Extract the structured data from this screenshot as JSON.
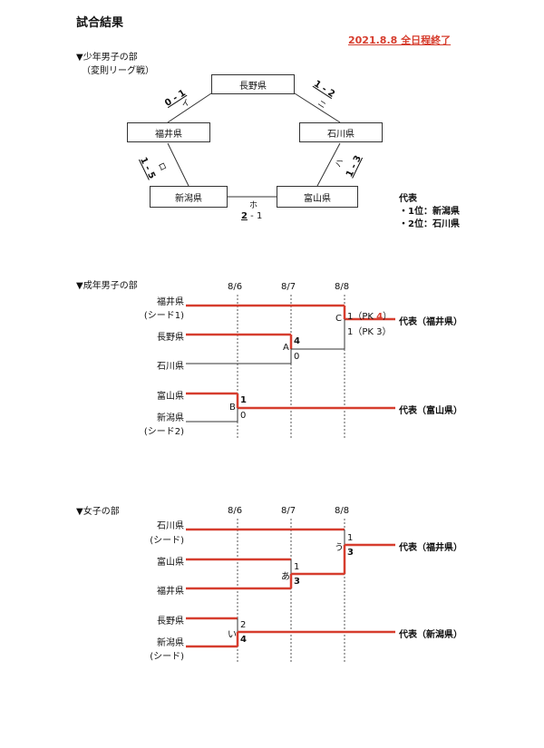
{
  "header": {
    "title": "試合結果",
    "status": "2021.8.8 全日程終了"
  },
  "boys": {
    "heading": "▼少年男子の部",
    "format": "（変則リーグ戦）",
    "teams": {
      "nagano": "長野県",
      "fukui": "福井県",
      "ishikawa": "石川県",
      "niigata": "新潟県",
      "toyama": "富山県"
    },
    "matches": {
      "i": {
        "score": "0 - 1",
        "mark": "イ"
      },
      "ro": {
        "score": "1 - 5",
        "mark": "ロ"
      },
      "ha": {
        "score": "1 - 3",
        "mark": "ハ"
      },
      "ni": {
        "score": "1 - 2",
        "mark": "ニ"
      },
      "ho": {
        "score": "2 - 1",
        "mark": "ホ",
        "left": "2",
        "dash": "-",
        "right": "1"
      }
    },
    "rep": {
      "title": "代表",
      "first": "・1位：新潟県",
      "second": "・2位：石川県"
    }
  },
  "men": {
    "heading": "▼成年男子の部",
    "dates": [
      "8/6",
      "8/7",
      "8/8"
    ],
    "teams": {
      "fukui": "福井県",
      "fukui_seed": "(シード1)",
      "nagano": "長野県",
      "ishikawa": "石川県",
      "toyama": "富山県",
      "niigata": "新潟県",
      "niigata_seed": "(シード2)"
    },
    "games": {
      "A": {
        "label": "A",
        "top": "4",
        "bottom": "0"
      },
      "B": {
        "label": "B",
        "top": "1",
        "bottom": "0"
      },
      "C": {
        "label": "C",
        "top_prefix": "1（PK ",
        "top_pk": "4",
        "top_suffix": "）",
        "bottom": "1（PK 3）"
      }
    },
    "reps": [
      "代表（福井県）",
      "代表（富山県）"
    ]
  },
  "women": {
    "heading": "▼女子の部",
    "dates": [
      "8/6",
      "8/7",
      "8/8"
    ],
    "teams": {
      "ishikawa": "石川県",
      "ishikawa_seed": "(シード)",
      "toyama": "富山県",
      "fukui": "福井県",
      "nagano": "長野県",
      "niigata": "新潟県",
      "niigata_seed": "(シード)"
    },
    "games": {
      "a": {
        "label": "あ",
        "top": "1",
        "bottom": "3"
      },
      "i": {
        "label": "い",
        "top": "2",
        "bottom": "4"
      },
      "u": {
        "label": "う",
        "top": "1",
        "bottom": "3"
      }
    },
    "reps": [
      "代表（福井県）",
      "代表（新潟県）"
    ]
  },
  "colors": {
    "winner_line": "#d63d2e",
    "line": "#333333",
    "status": "#d63d2e"
  }
}
